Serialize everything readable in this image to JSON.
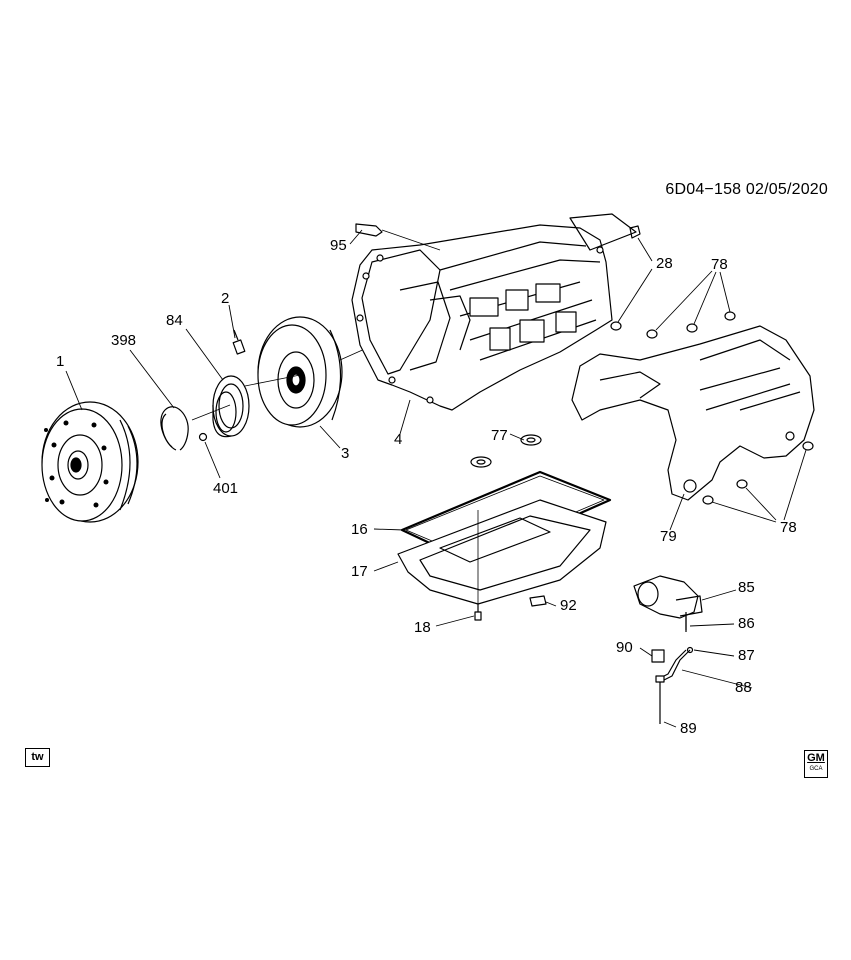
{
  "header": {
    "code": "6D04−158  02/05/2020"
  },
  "callouts": {
    "c1": "1",
    "c398": "398",
    "c84": "84",
    "c2": "2",
    "c401": "401",
    "c3": "3",
    "c4": "4",
    "c95": "95",
    "c28": "28",
    "c78a": "78",
    "c77": "77",
    "c16": "16",
    "c17": "17",
    "c18": "18",
    "c92": "92",
    "c79": "79",
    "c78b": "78",
    "c85": "85",
    "c86": "86",
    "c90": "90",
    "c87": "87",
    "c88": "88",
    "c89": "89"
  },
  "badges": {
    "tw": "tw",
    "gm": "GM",
    "gm_sub": "GCA"
  }
}
